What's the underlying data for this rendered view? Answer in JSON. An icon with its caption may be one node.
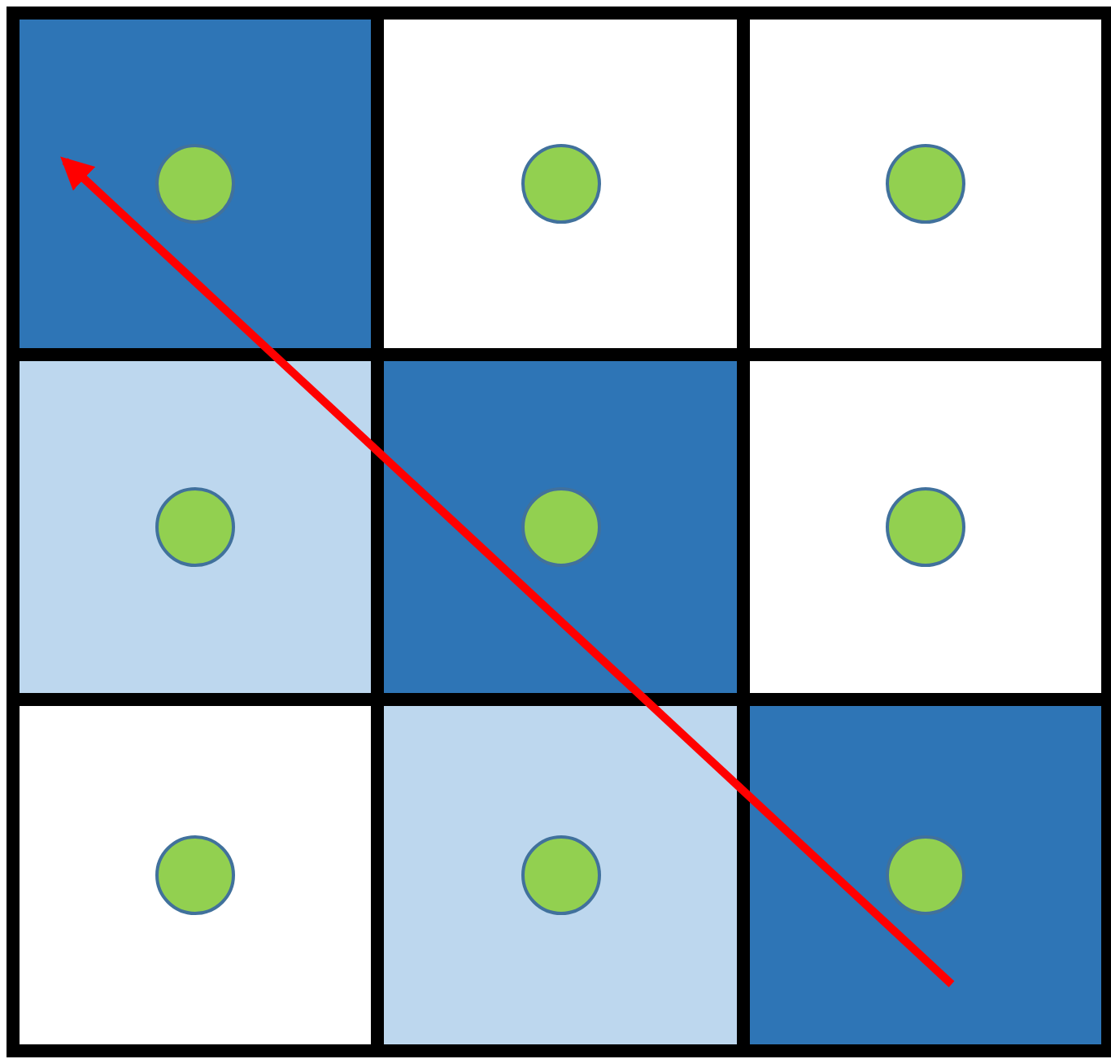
{
  "diagram": {
    "nodes": [
      {
        "text": [],
        "shape": "box"
      },
      {
        "text": [],
        "shape": "circle",
        "in": 0
      },
      {
        "text": [],
        "shape": "box"
      },
      {
        "text": [],
        "shape": "circle",
        "in": 2
      },
      {
        "text": [],
        "shape": "box"
      },
      {
        "text": [],
        "shape": "circle",
        "in": 4
      },
      {
        "text": [],
        "shape": "box"
      },
      {
        "text": [],
        "shape": "circle",
        "in": 6
      },
      {
        "text": [],
        "shape": "box"
      },
      {
        "text": [],
        "shape": "circle",
        "in": 8
      },
      {
        "text": [],
        "shape": "box"
      },
      {
        "text": [],
        "shape": "circle",
        "in": 10
      },
      {
        "text": [],
        "shape": "box"
      },
      {
        "text": [],
        "shape": "circle",
        "in": 12
      },
      {
        "text": [],
        "shape": "box"
      },
      {
        "text": [],
        "shape": "circle",
        "in": 14
      },
      {
        "text": [],
        "shape": "box"
      },
      {
        "text": [],
        "shape": "circle",
        "in": 16
      }
    ]
  }
}
